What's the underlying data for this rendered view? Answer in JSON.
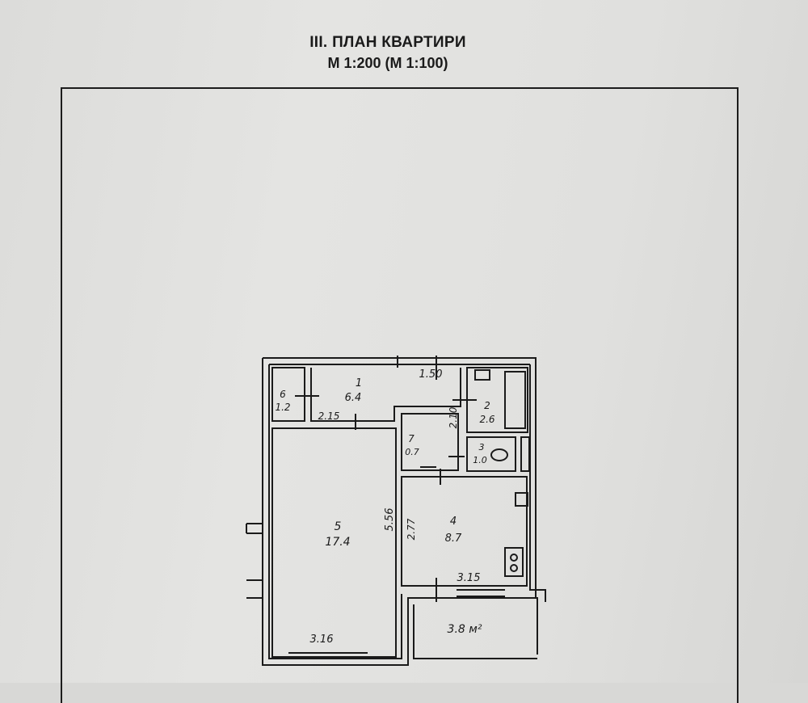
{
  "header": {
    "title": "III. ПЛАН КВАРТИРИ",
    "scale": "М 1:200 (М 1:100)"
  },
  "rooms": [
    {
      "number": "1",
      "area": "6.4"
    },
    {
      "number": "2",
      "area": "2.6"
    },
    {
      "number": "3",
      "area": "1.0"
    },
    {
      "number": "4",
      "area": "8.7"
    },
    {
      "number": "5",
      "area": "17.4"
    },
    {
      "number": "6",
      "area": "1.2"
    },
    {
      "number": "7",
      "area": "0.7"
    }
  ],
  "balcony": {
    "area": "3.8 м²"
  },
  "dimensions": {
    "d1": "1.50",
    "d2": "2.15",
    "d3": "2.10",
    "d4": "5.56",
    "d5": "2.77",
    "d6": "3.15",
    "d7": "3.16"
  }
}
